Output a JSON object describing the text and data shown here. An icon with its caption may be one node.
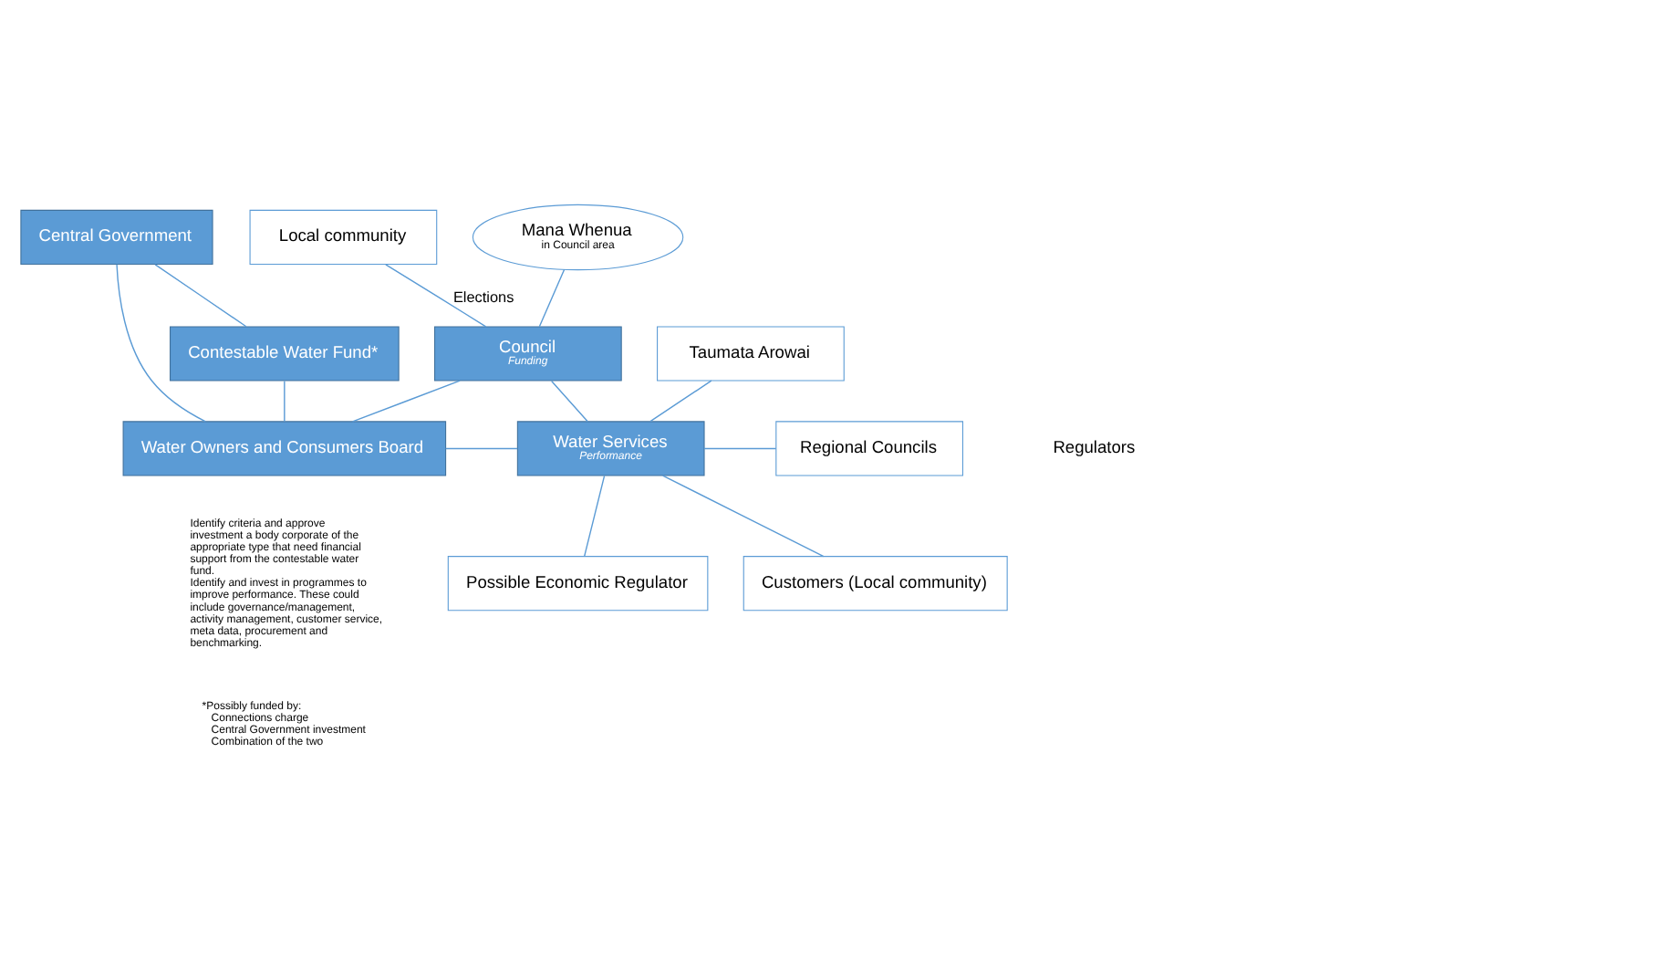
{
  "diagram": {
    "nodes": [
      {
        "text": [
          "Central Government"
        ]
      },
      {
        "text": [
          "Contestable Water Fund*"
        ]
      },
      {
        "text": [
          "Water Owners and Consumers Board"
        ],
        "beside": [
          "Identify criteria and approve investment a body corporate of the appropriate type that need financial support from the contestable water fund.",
          "Identify and invest in programmes to improve performance. These could include governance/management, activity management, customer service, meta data, procurement and benchmarking."
        ]
      },
      {
        "text": [
          "Local community"
        ]
      },
      {
        "text": [
          "Mana Whenua",
          "in Council area"
        ]
      },
      {
        "text": [
          "Council",
          "Funding"
        ]
      },
      {
        "text": [
          "Water Services",
          "Performance"
        ]
      },
      {
        "text": [
          "Taumata Arowai"
        ]
      },
      {
        "text": [
          "Regional Councils"
        ]
      },
      {
        "text": [
          "Possible Economic Regulator"
        ]
      },
      {
        "text": [
          "Customers (Local community)"
        ]
      }
    ],
    "edges": [
      {
        "from": 0,
        "to": 1,
        "arrow": "none"
      },
      {
        "from": 1,
        "to": 2,
        "arrow": "none"
      },
      {
        "from": 0,
        "to": 2,
        "arrow": "none"
      },
      {
        "from": 3,
        "to": 5,
        "arrow": "none",
        "label": "Elections"
      },
      {
        "from": 4,
        "to": 5,
        "arrow": "none"
      },
      {
        "from": 2,
        "to": 5,
        "arrow": "none"
      },
      {
        "from": 2,
        "to": 6,
        "arrow": "none"
      },
      {
        "from": 5,
        "to": 6,
        "arrow": "none"
      },
      {
        "from": 6,
        "to": 7,
        "arrow": "none"
      },
      {
        "from": 6,
        "to": 8,
        "arrow": "none"
      },
      {
        "from": 6,
        "to": 9,
        "arrow": "none"
      },
      {
        "from": 6,
        "to": 10,
        "arrow": "none"
      }
    ],
    "labels": [
      "Regulators",
      "*Possibly funded by:",
      "Connections charge",
      "Central Government investment",
      "Combination of the two"
    ]
  }
}
